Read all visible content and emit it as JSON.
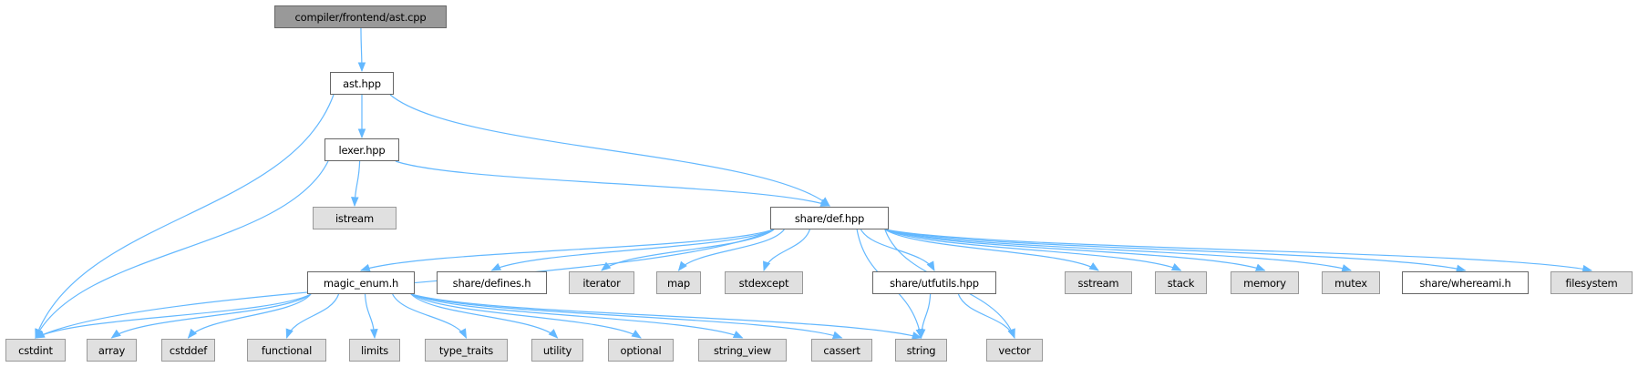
{
  "graph": {
    "edge_color": "#63b8ff",
    "nodes": [
      {
        "id": "root",
        "label": "compiler/frontend/ast.cpp",
        "kind": "root"
      },
      {
        "id": "ast",
        "label": "ast.hpp",
        "kind": "file"
      },
      {
        "id": "lexer",
        "label": "lexer.hpp",
        "kind": "file"
      },
      {
        "id": "istream",
        "label": "istream",
        "kind": "system"
      },
      {
        "id": "def",
        "label": "share/def.hpp",
        "kind": "file"
      },
      {
        "id": "magic",
        "label": "magic_enum.h",
        "kind": "file"
      },
      {
        "id": "defines",
        "label": "share/defines.h",
        "kind": "file"
      },
      {
        "id": "iterator",
        "label": "iterator",
        "kind": "system"
      },
      {
        "id": "map",
        "label": "map",
        "kind": "system"
      },
      {
        "id": "stdexcept",
        "label": "stdexcept",
        "kind": "system"
      },
      {
        "id": "utfutils",
        "label": "share/utfutils.hpp",
        "kind": "file"
      },
      {
        "id": "sstream",
        "label": "sstream",
        "kind": "system"
      },
      {
        "id": "stack",
        "label": "stack",
        "kind": "system"
      },
      {
        "id": "memory",
        "label": "memory",
        "kind": "system"
      },
      {
        "id": "mutex",
        "label": "mutex",
        "kind": "system"
      },
      {
        "id": "whereami",
        "label": "share/whereami.h",
        "kind": "file"
      },
      {
        "id": "filesystem",
        "label": "filesystem",
        "kind": "system"
      },
      {
        "id": "cstdint",
        "label": "cstdint",
        "kind": "system"
      },
      {
        "id": "array",
        "label": "array",
        "kind": "system"
      },
      {
        "id": "cstddef",
        "label": "cstddef",
        "kind": "system"
      },
      {
        "id": "functional",
        "label": "functional",
        "kind": "system"
      },
      {
        "id": "limits",
        "label": "limits",
        "kind": "system"
      },
      {
        "id": "type_traits",
        "label": "type_traits",
        "kind": "system"
      },
      {
        "id": "utility",
        "label": "utility",
        "kind": "system"
      },
      {
        "id": "optional",
        "label": "optional",
        "kind": "system"
      },
      {
        "id": "string_view",
        "label": "string_view",
        "kind": "system"
      },
      {
        "id": "cassert",
        "label": "cassert",
        "kind": "system"
      },
      {
        "id": "string",
        "label": "string",
        "kind": "system"
      },
      {
        "id": "vector",
        "label": "vector",
        "kind": "system"
      }
    ],
    "edges": [
      [
        "root",
        "ast"
      ],
      [
        "ast",
        "lexer"
      ],
      [
        "ast",
        "cstdint"
      ],
      [
        "ast",
        "def"
      ],
      [
        "lexer",
        "istream"
      ],
      [
        "lexer",
        "cstdint"
      ],
      [
        "lexer",
        "def"
      ],
      [
        "def",
        "cstdint"
      ],
      [
        "def",
        "magic"
      ],
      [
        "def",
        "defines"
      ],
      [
        "def",
        "iterator"
      ],
      [
        "def",
        "map"
      ],
      [
        "def",
        "stdexcept"
      ],
      [
        "def",
        "string"
      ],
      [
        "def",
        "utfutils"
      ],
      [
        "def",
        "vector"
      ],
      [
        "def",
        "sstream"
      ],
      [
        "def",
        "stack"
      ],
      [
        "def",
        "memory"
      ],
      [
        "def",
        "mutex"
      ],
      [
        "def",
        "whereami"
      ],
      [
        "def",
        "filesystem"
      ],
      [
        "magic",
        "cstdint"
      ],
      [
        "magic",
        "array"
      ],
      [
        "magic",
        "cstddef"
      ],
      [
        "magic",
        "functional"
      ],
      [
        "magic",
        "limits"
      ],
      [
        "magic",
        "type_traits"
      ],
      [
        "magic",
        "utility"
      ],
      [
        "magic",
        "optional"
      ],
      [
        "magic",
        "string_view"
      ],
      [
        "magic",
        "cassert"
      ],
      [
        "magic",
        "string"
      ],
      [
        "utfutils",
        "string"
      ],
      [
        "utfutils",
        "vector"
      ]
    ]
  }
}
